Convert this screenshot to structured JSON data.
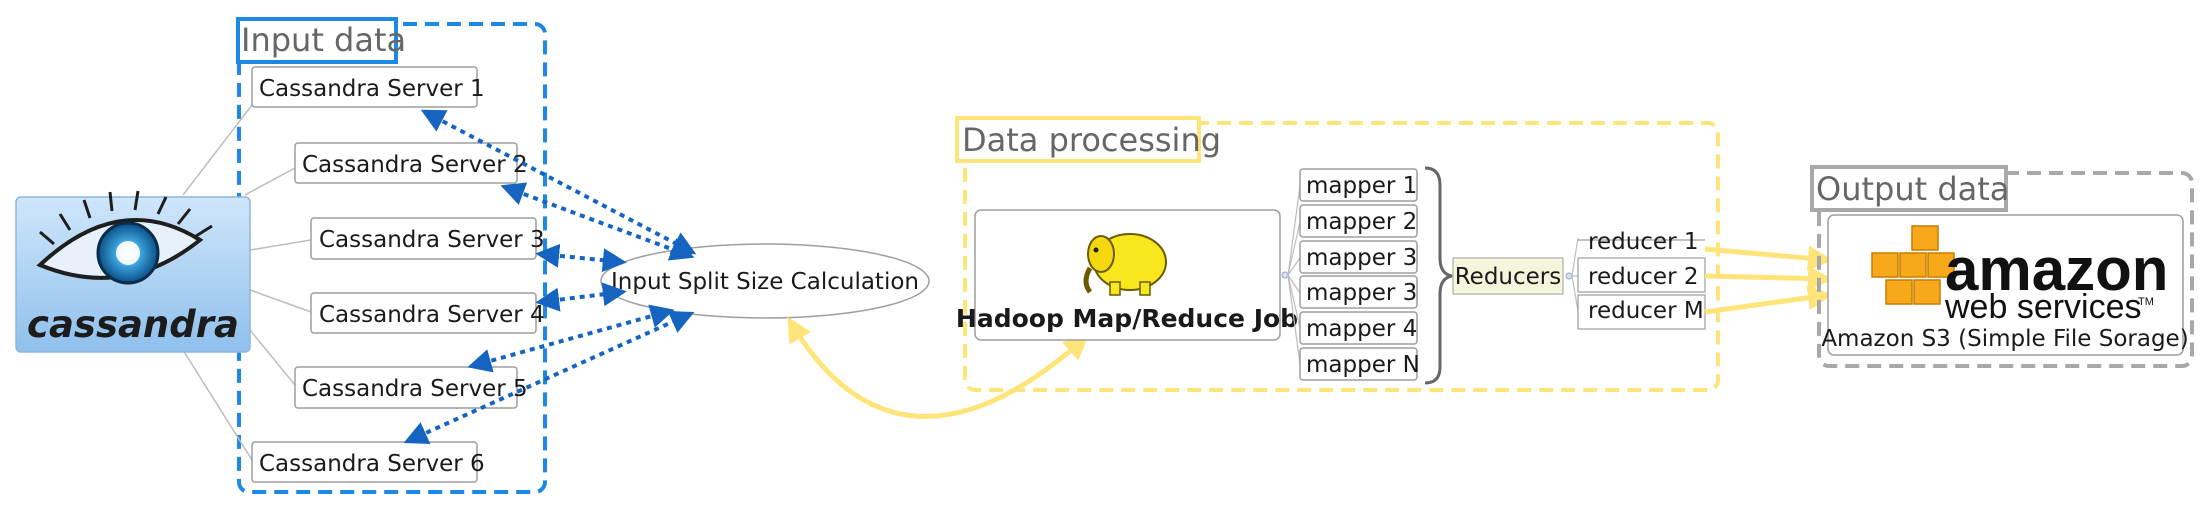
{
  "groups": {
    "input": {
      "title": "Input data",
      "color": "#1e88e5"
    },
    "processing": {
      "title": "Data processing",
      "color": "#ffe47a"
    },
    "output": {
      "title": "Output data",
      "color": "#a8a8a8"
    }
  },
  "cassandra": {
    "logo_text": "cassandra",
    "servers": [
      "Cassandra Server 1",
      "Cassandra Server 2",
      "Cassandra Server 3",
      "Cassandra Server 4",
      "Cassandra Server 5",
      "Cassandra Server 6"
    ]
  },
  "split": {
    "label": "Input Split Size Calculation"
  },
  "hadoop": {
    "label": "Hadoop Map/Reduce Job"
  },
  "mappers": [
    "mapper 1",
    "mapper 2",
    "mapper 3",
    "mapper 3",
    "mapper 4",
    "mapper N"
  ],
  "reducers": {
    "label": "Reducers",
    "items": [
      "reducer 1",
      "reducer 2",
      "reducer M"
    ]
  },
  "amazon": {
    "logo_word": "amazon",
    "logo_sub": "web services",
    "tm": "TM",
    "label": "Amazon S3 (Simple File Sorage)"
  },
  "colors": {
    "blue_arrow": "#1565c0",
    "yellow_arrow": "#ffe47a",
    "logo_orange": "#f7a81b",
    "box_border": "#9e9e9e"
  }
}
